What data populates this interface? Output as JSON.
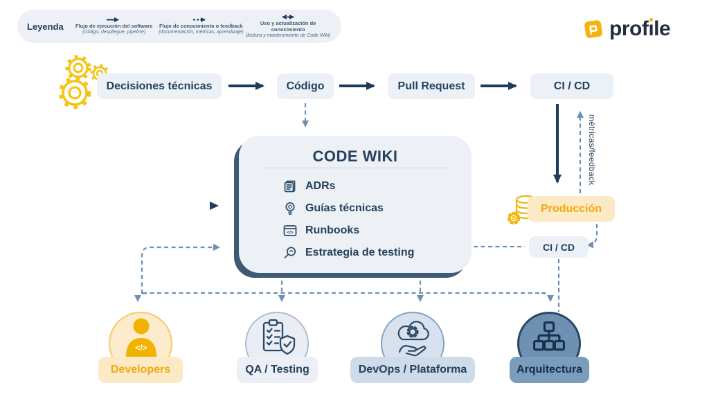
{
  "colors": {
    "navy": "#1E3A5C",
    "text_navy": "#24415E",
    "dashed_blue": "#6B90B4",
    "box_bg": "#ECF1F7",
    "wiki_bg": "#EDF1F6",
    "wiki_shadow": "#3E5A74",
    "yellow": "#F2B50D",
    "light_yellow_bg": "#FCE9C6",
    "amber_text": "#F2A90C",
    "steel_circle": "#6E90B3",
    "steel_label_bg": "#7C9CBC"
  },
  "legend": {
    "title": "Leyenda",
    "items": [
      {
        "arrow": "solid-arrow-icon",
        "label": "Flujo de ejecución del software",
        "sublabel": "(código, despliegue, pipeline)"
      },
      {
        "arrow": "dashed-arrow-icon",
        "label": "Flujo de conocimiento o feedback",
        "sublabel": "(documentación, métricas, aprendizaje)"
      },
      {
        "arrow": "double-arrow-icon",
        "label": "Uso y actualización de conocimiento",
        "sublabel": "(lectura y mantenimiento de Code Wiki)"
      }
    ]
  },
  "logo": {
    "text": "profile",
    "p1": "prof",
    "p2": "ı",
    "p3": "le"
  },
  "flow": {
    "decisiones": "Decisiones técnicas",
    "codigo": "Código",
    "pull_request": "Pull Request",
    "cicd": "CI / CD"
  },
  "wiki": {
    "title": "CODE WIKI",
    "items": [
      {
        "icon": "adr-document-icon",
        "label": "ADRs"
      },
      {
        "icon": "lightbulb-icon",
        "label": "Guías técnicas"
      },
      {
        "icon": "code-window-icon",
        "label": "Runbooks"
      },
      {
        "icon": "magnifier-icon",
        "label": "Estrategia de testing"
      }
    ]
  },
  "right": {
    "produccion": "Producción",
    "cicd2": "CI / CD",
    "metrics_label": "métricas/feedback"
  },
  "roles": [
    {
      "label": "Developers",
      "icon": "developer-person-icon"
    },
    {
      "label": "QA / Testing",
      "icon": "clipboard-shield-icon"
    },
    {
      "label": "DevOps / Plataforma",
      "icon": "cloud-gear-hand-icon"
    },
    {
      "label": "Arquitectura",
      "icon": "org-chart-icon"
    }
  ],
  "glyphs": {
    "code": "</>"
  }
}
